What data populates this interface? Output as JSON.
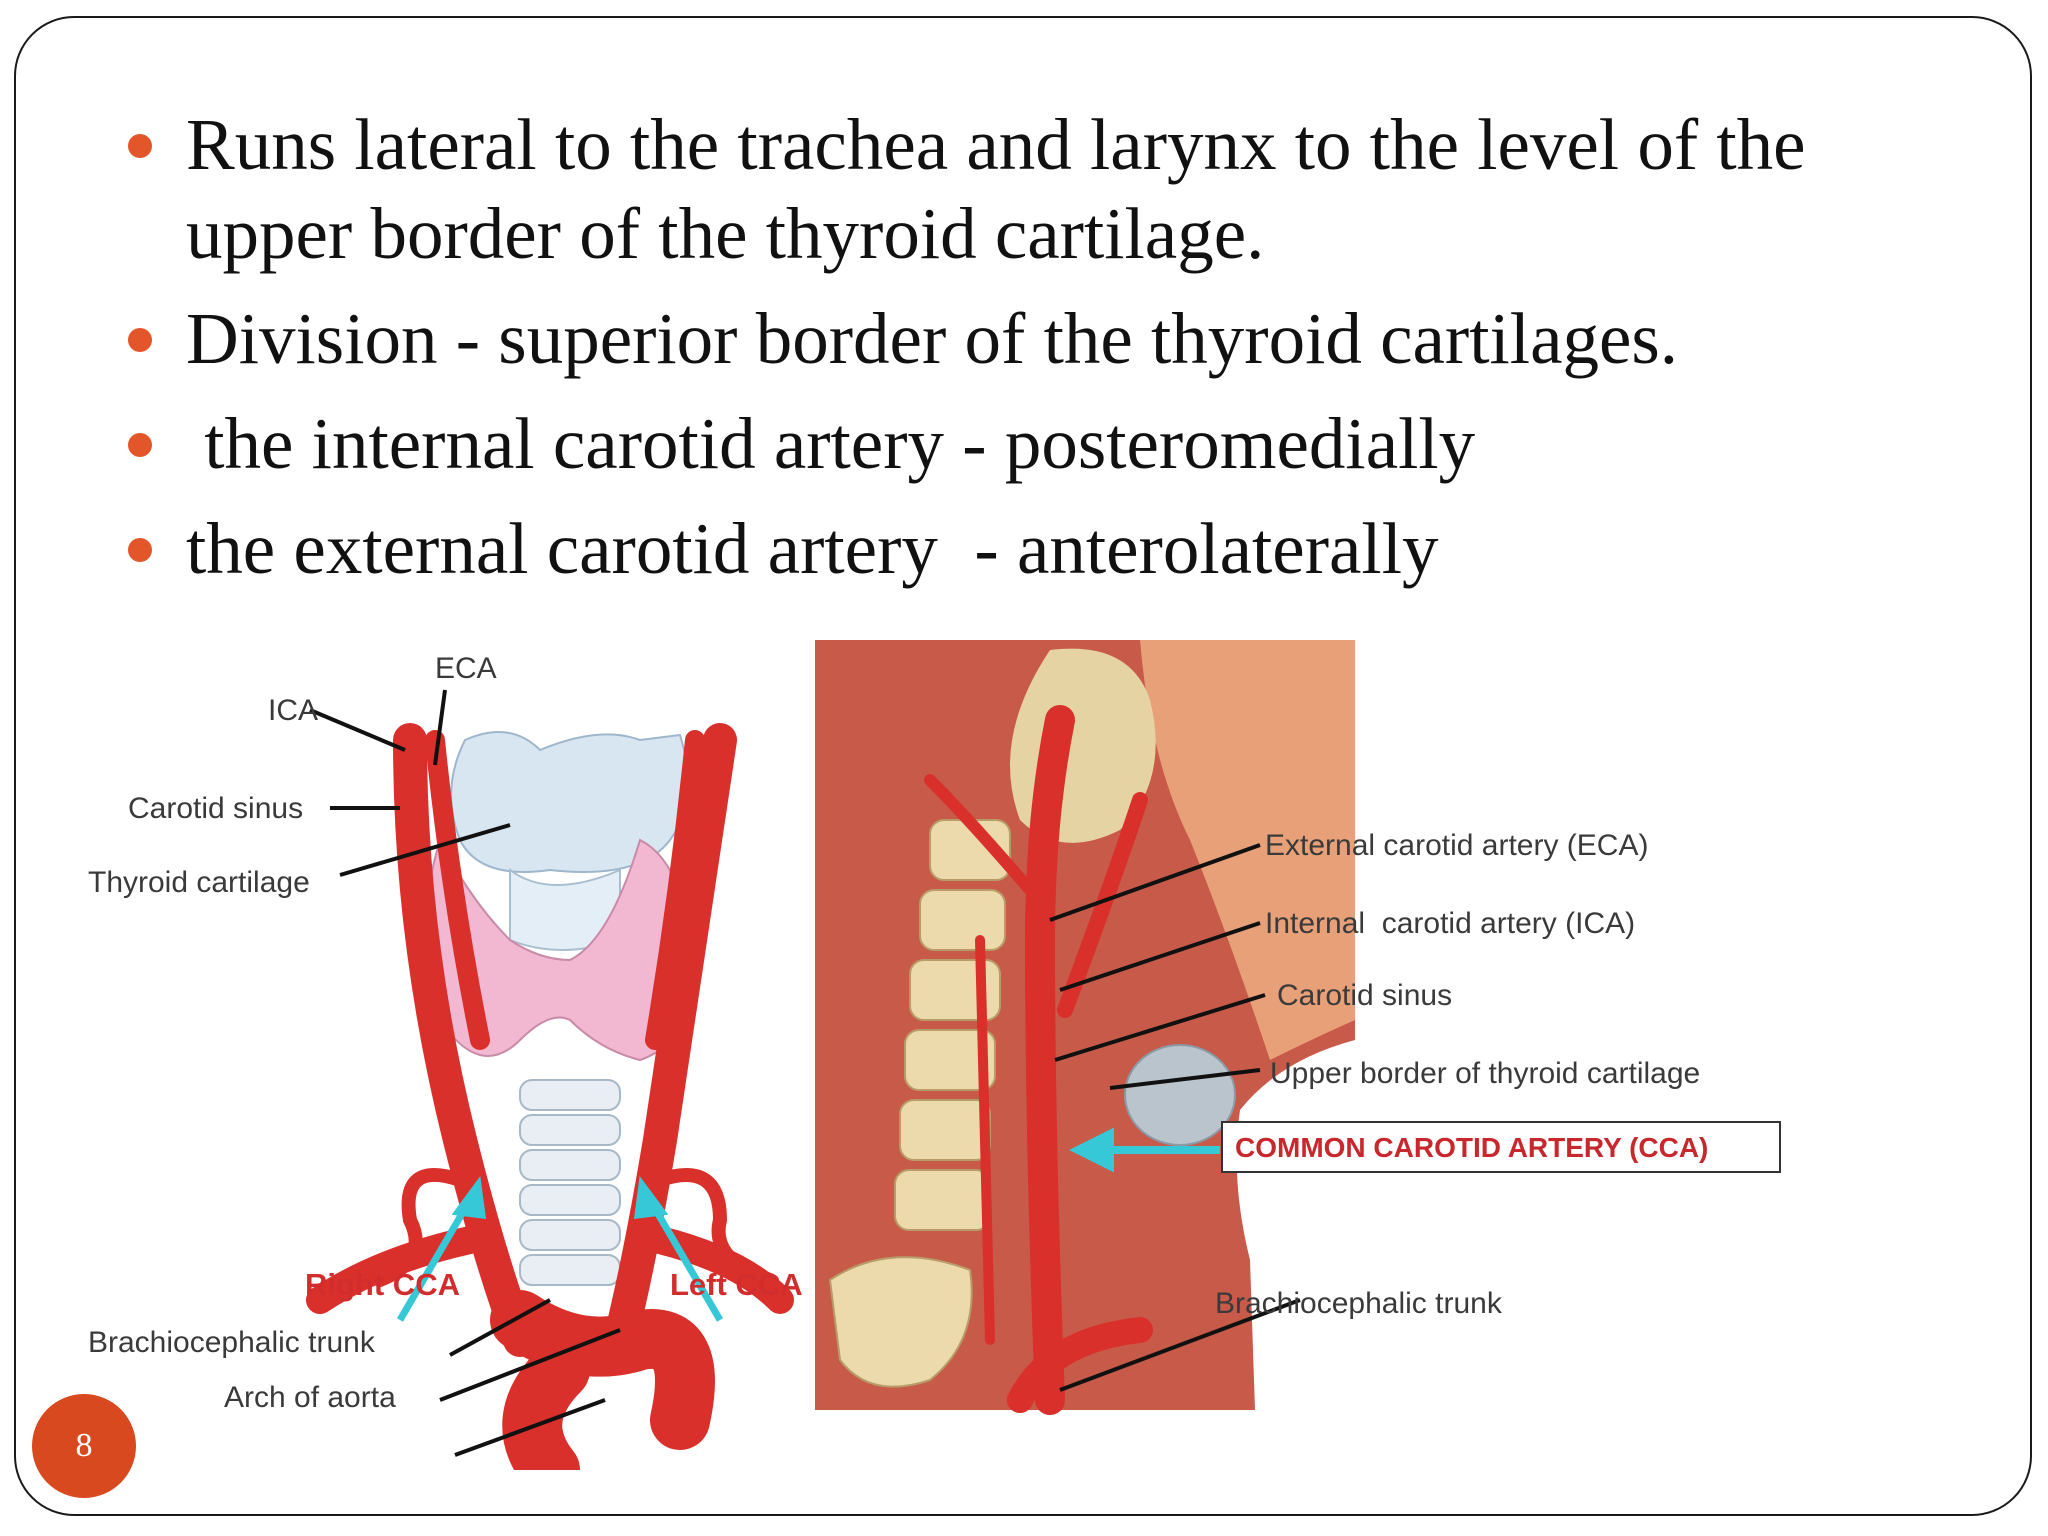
{
  "bullets": [
    "Runs lateral to the trachea and larynx to the level of the upper border of the thyroid cartilage.",
    "Division - superior border of the thyroid cartilages.",
    " the internal carotid artery - posteromedially",
    "the external carotid artery  - anterolaterally"
  ],
  "figure_left": {
    "labels": {
      "eca": "ECA",
      "ica": "ICA",
      "carotid_sinus": "Carotid sinus",
      "thyroid_cartilage": "Thyroid cartilage",
      "right_cca": "Right CCA",
      "left_cca": "Left CCA",
      "brachiocephalic_trunk": "Brachiocephalic trunk",
      "arch_of_aorta": "Arch of aorta"
    }
  },
  "figure_right": {
    "labels": {
      "eca": "External carotid artery (ECA)",
      "ica": "Internal  carotid artery (ICA)",
      "carotid_sinus": "Carotid sinus",
      "upper_border": "Upper border of thyroid cartilage",
      "cca": "COMMON CAROTID ARTERY (CCA)",
      "brachiocephalic_trunk": "Brachiocephalic trunk"
    }
  },
  "page_number": "8",
  "colors": {
    "bullet": "#e2562a",
    "artery": "#d9302b",
    "thyroid": "#f2b8d2",
    "cartilage": "#d8e6f2",
    "arrow_cyan": "#36c8d6",
    "badge": "#d8491f"
  }
}
